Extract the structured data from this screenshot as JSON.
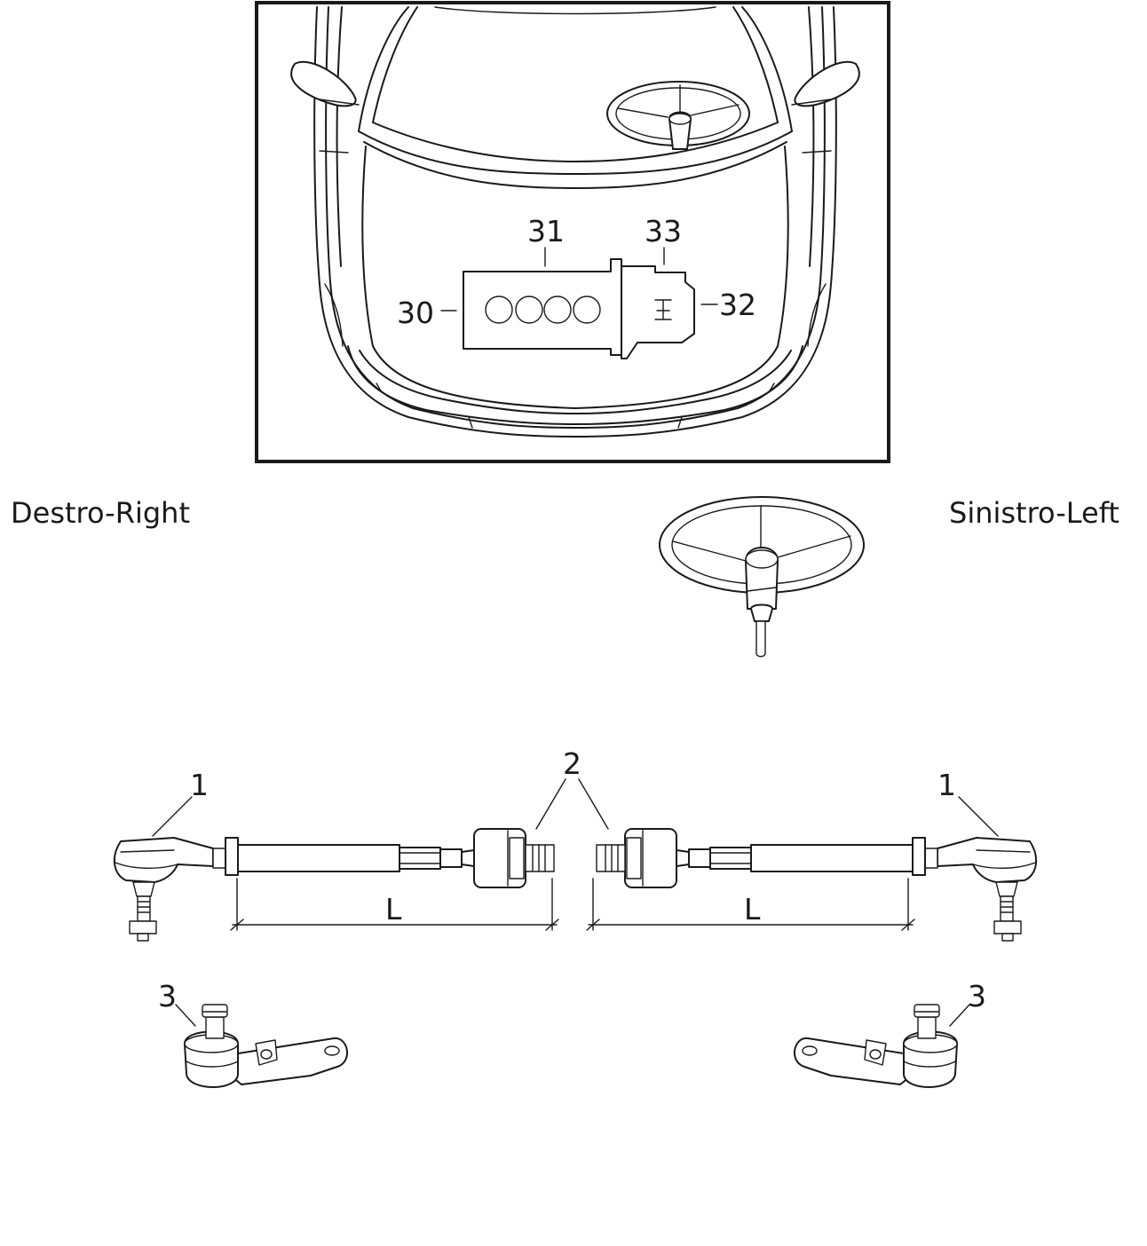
{
  "side_labels": {
    "right": "Destro-Right",
    "left": "Sinistro-Left"
  },
  "vehicle_callouts": {
    "c30": "30",
    "c31": "31",
    "c32": "32",
    "c33": "33"
  },
  "parts_callouts": {
    "tie_rod_end_right": "1",
    "tie_rod_end_left": "1",
    "inner_joint": "2",
    "ball_joint_right": "3",
    "ball_joint_left": "3"
  },
  "dimension_labels": {
    "length_right": "L",
    "length_left": "L"
  }
}
